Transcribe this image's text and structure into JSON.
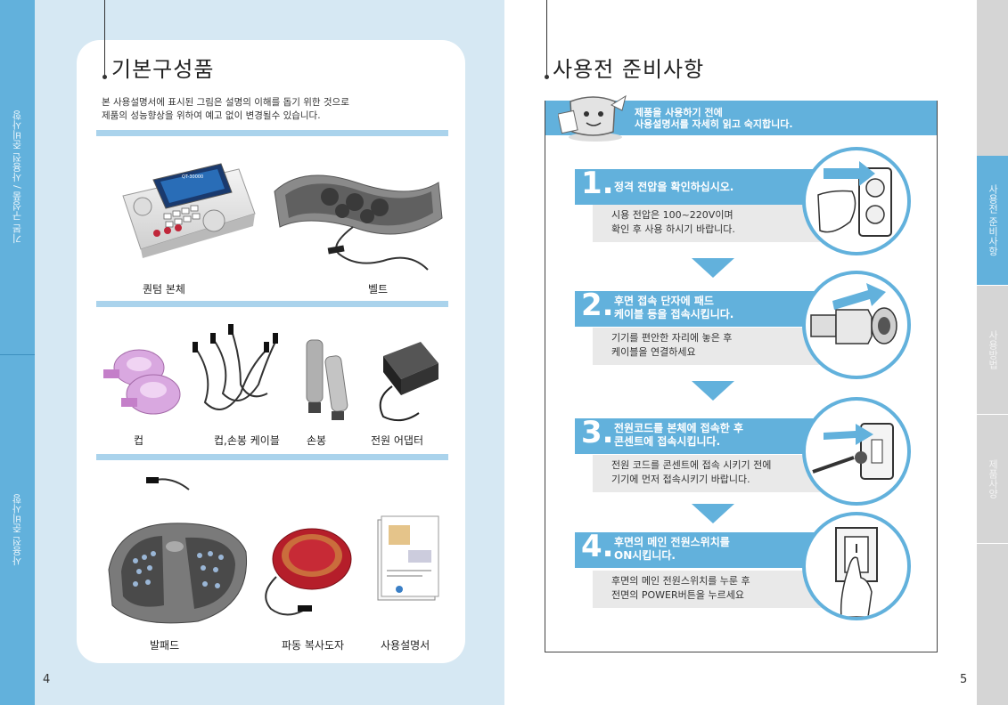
{
  "left_page": {
    "side_tabs": [
      "기본 구성품 / 사용전 준비사항",
      "사용전 준비사항"
    ],
    "title": "기본구성품",
    "description": [
      "본 사용설명서에 표시된 그림은 설명의 이해를 돕기 위한 것으로",
      "제품의 성능향상을 위하여 예고 없이 변경될수 있습니다."
    ],
    "items_row1": [
      "퀀텀 본체",
      "벨트"
    ],
    "items_row2": [
      "컵",
      "컵,손봉 케이블",
      "손봉",
      "전원 어댑터"
    ],
    "items_row3": [
      "발패드",
      "파동 복사도자",
      "사용설명서"
    ],
    "device_label": "QT-30000",
    "page_number": "4"
  },
  "right_page": {
    "title": "사용전 준비사항",
    "banner": [
      "제품을 사용하기 전에",
      "사용설명서를 자세히 읽고 숙지합니다."
    ],
    "steps": [
      {
        "num": "1.",
        "title": [
          "정격 전압을 확인하십시오."
        ],
        "desc": [
          "시용 전압은 100~220V이며",
          "확인 후 사용 하시기 바랍니다."
        ]
      },
      {
        "num": "2.",
        "title": [
          "후면 접속 단자에 패드",
          "케이블 등을 접속시킵니다."
        ],
        "desc": [
          "기기를 편안한 자리에 놓은 후",
          "케이블을 연결하세요"
        ]
      },
      {
        "num": "3.",
        "title": [
          "전원코드를 본체에 접속한 후",
          "콘센트에 접속시킵니다."
        ],
        "desc": [
          "전원 코드를 콘센트에 접속 시키기 전에",
          "기기에 먼저 접속시키기 바랍니다."
        ]
      },
      {
        "num": "4.",
        "title": [
          "후면의 메인 전원스위치를",
          "ON시킵니다."
        ],
        "desc": [
          "후면의 메인 전원스위치를 누룬 후",
          "전면의 POWER버튼을 누르세요"
        ]
      }
    ],
    "side_tabs": [
      "사용전 준비사항",
      "사용방법",
      "제품사양"
    ],
    "page_number": "5"
  },
  "colors": {
    "accent": "#62b1dc",
    "panel": "#d6e8f3",
    "tab_gray": "#d5d5d5"
  }
}
